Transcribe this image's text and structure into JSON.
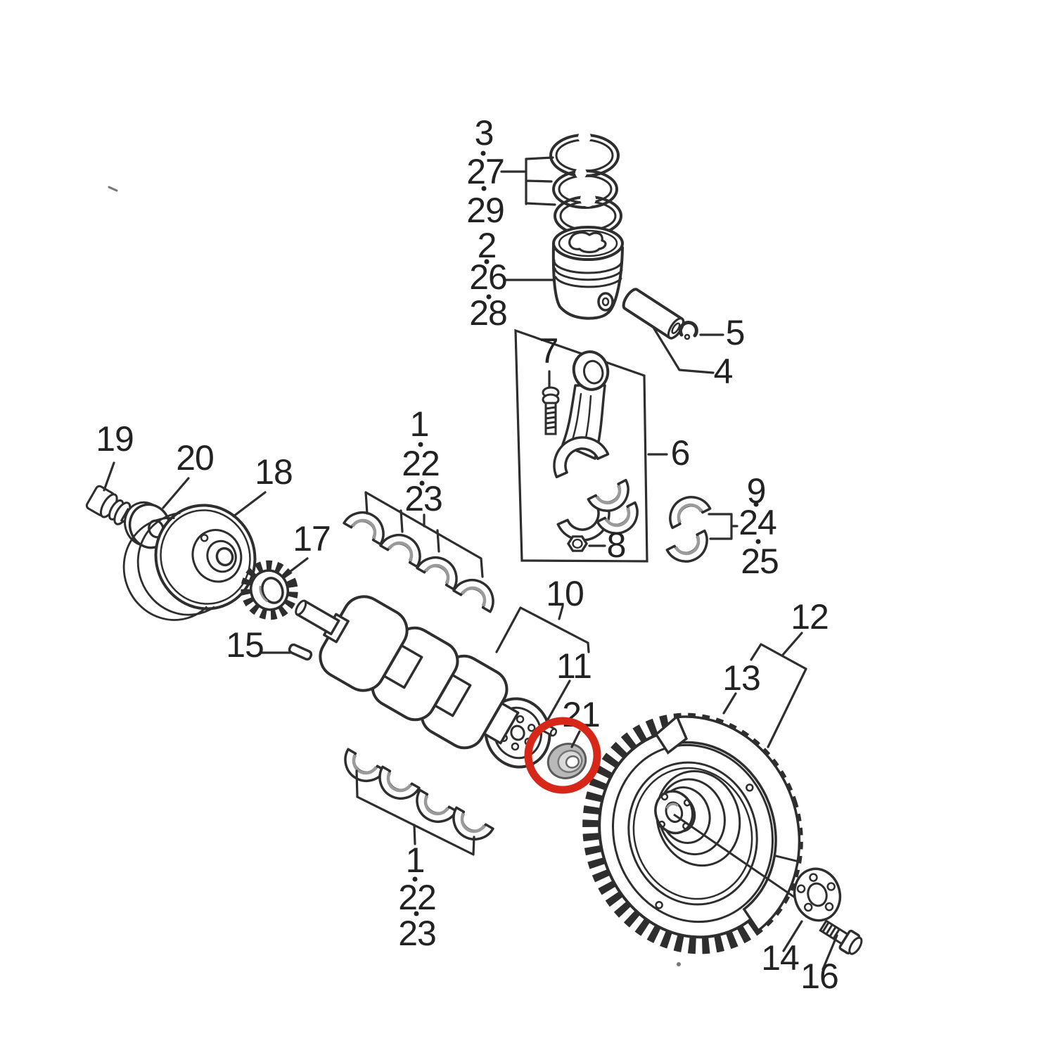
{
  "diagram": {
    "type": "exploded-parts-diagram",
    "subject": "Engine crankshaft, piston, connecting rod and flywheel assembly",
    "colors": {
      "background": "#ffffff",
      "line": "#2e2e2e",
      "label_text": "#222222",
      "shell_shading": "#9a9a9a",
      "highlight_circle": "#d62718"
    },
    "part_labels": [
      {
        "part": "3",
        "text": "3"
      },
      {
        "part": "27",
        "text": "27"
      },
      {
        "part": "29",
        "text": "29"
      },
      {
        "part": "2",
        "text": "2"
      },
      {
        "part": "26",
        "text": "26"
      },
      {
        "part": "28",
        "text": "28"
      },
      {
        "part": "5",
        "text": "5"
      },
      {
        "part": "4",
        "text": "4"
      },
      {
        "part": "7",
        "text": "7"
      },
      {
        "part": "6",
        "text": "6"
      },
      {
        "part": "8",
        "text": "8"
      },
      {
        "part": "9",
        "text": "9"
      },
      {
        "part": "24",
        "text": "24"
      },
      {
        "part": "25",
        "text": "25"
      },
      {
        "part": "19",
        "text": "19"
      },
      {
        "part": "20",
        "text": "20"
      },
      {
        "part": "18",
        "text": "18"
      },
      {
        "part": "17",
        "text": "17"
      },
      {
        "part": "15",
        "text": "15"
      },
      {
        "part": "1-top",
        "text": "1"
      },
      {
        "part": "22-top",
        "text": "22"
      },
      {
        "part": "23-top",
        "text": "23"
      },
      {
        "part": "10",
        "text": "10"
      },
      {
        "part": "11",
        "text": "11"
      },
      {
        "part": "21",
        "text": "21"
      },
      {
        "part": "12",
        "text": "12"
      },
      {
        "part": "13",
        "text": "13"
      },
      {
        "part": "1-bottom",
        "text": "1"
      },
      {
        "part": "22-bottom",
        "text": "22"
      },
      {
        "part": "23-bottom",
        "text": "23"
      },
      {
        "part": "14",
        "text": "14"
      },
      {
        "part": "16",
        "text": "16"
      }
    ],
    "annotation": {
      "type": "highlight-circle",
      "around_part": "21",
      "description": "Red circle highlighting the pilot bearing (part 21) next to the crankshaft flange"
    }
  }
}
